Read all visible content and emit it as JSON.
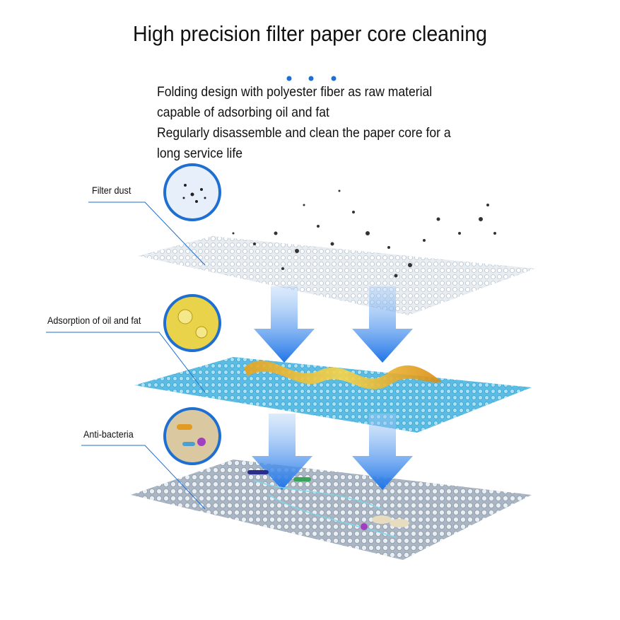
{
  "title": "High precision filter paper core cleaning",
  "description": [
    "Folding design with polyester fiber as raw material",
    "capable of adsorbing oil and fat",
    "Regularly disassemble and clean the paper core for a",
    "long service life"
  ],
  "layers": [
    {
      "label": "Filter dust",
      "color": "#dfe6ee"
    },
    {
      "label": "Adsorption of oil and fat",
      "color": "#5fc1e6"
    },
    {
      "label": "Anti-bacteria",
      "color": "#b6c2cf"
    }
  ],
  "accent": "#1e6fd0"
}
